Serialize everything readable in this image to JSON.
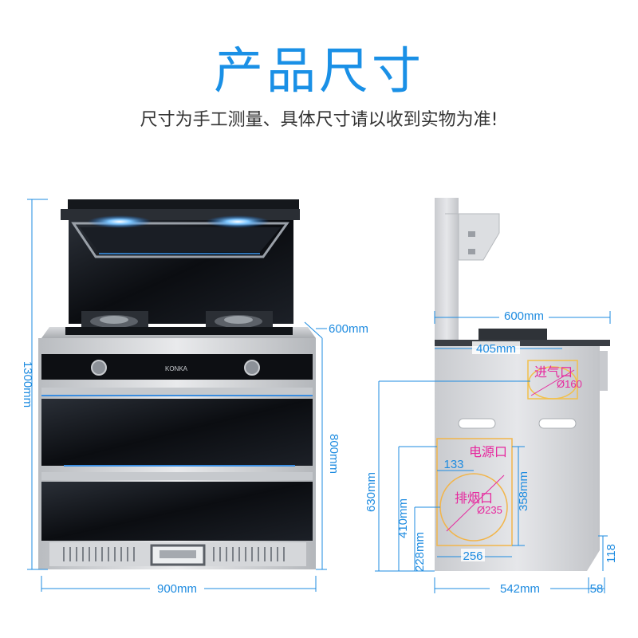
{
  "header": {
    "title": "产品尺寸",
    "subtitle": "尺寸为手工测量、具体尺寸请以收到实物为准!"
  },
  "front": {
    "brand": "KONKA",
    "height_total": "1300mm",
    "depth": "600mm",
    "cabinet_height": "800mm",
    "width": "900mm"
  },
  "side": {
    "depth_top": "600mm",
    "cut_depth": "405mm",
    "air_inlet_label": "进气口",
    "air_inlet_dia": "Ø160",
    "power_label": "电源口",
    "exhaust_label": "排烟口",
    "exhaust_dia": "Ø235",
    "dim_133": "133",
    "dim_630": "630mm",
    "dim_410": "410mm",
    "dim_228": "228mm",
    "dim_256": "256",
    "dim_358": "358mm",
    "dim_542": "542mm",
    "dim_58": "58",
    "dim_118": "118"
  },
  "colors": {
    "accent": "#1a90e6",
    "dimension": "#1d8be0",
    "highlight": "#e6289e"
  }
}
